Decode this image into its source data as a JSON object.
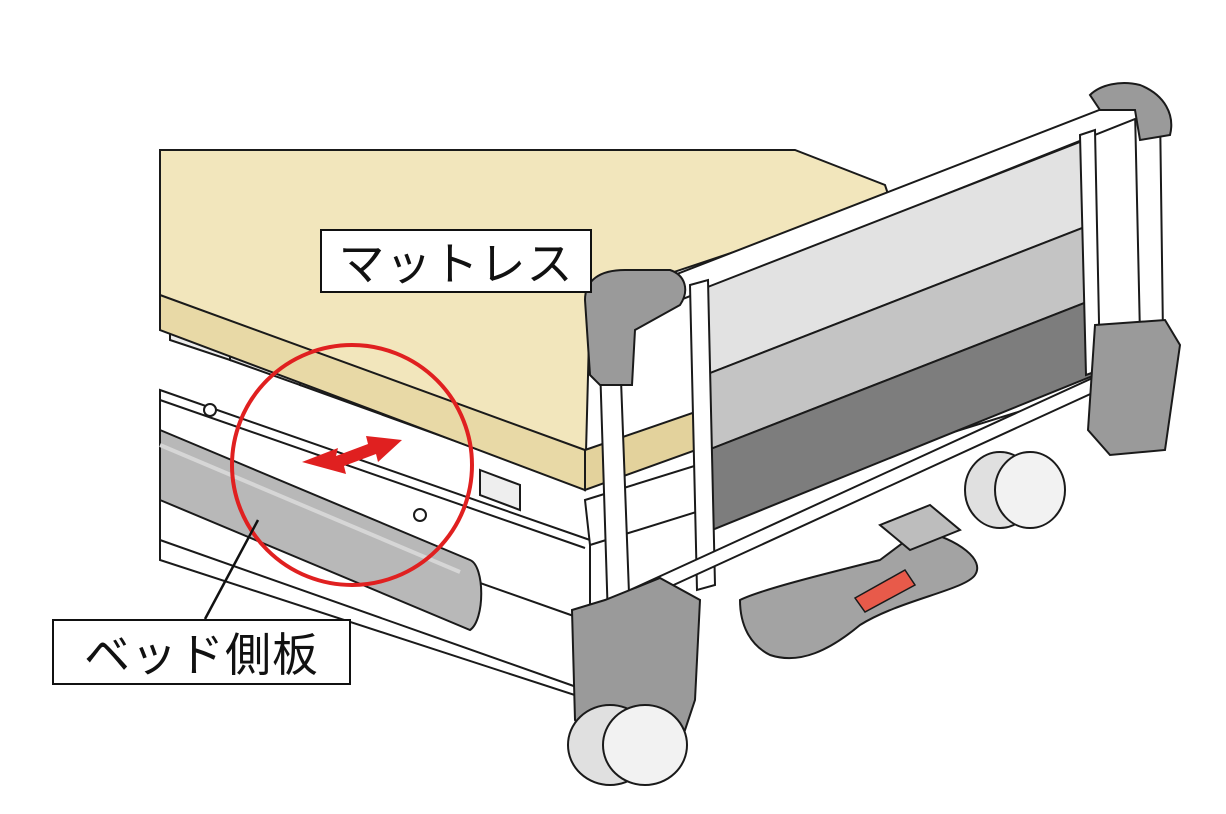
{
  "labels": {
    "mattress": "マットレス",
    "side_panel": "ベッド側板"
  },
  "colors": {
    "mattress": "#f2e6bc",
    "highlight_circle": "#e02020",
    "arrow": "#e02020",
    "foot_pedal_tab": "#e85a4a",
    "frame_caps": "#9a9a9a",
    "outline": "#1a1a1a",
    "board_light": "#e2e2e2",
    "board_mid": "#c4c4c4",
    "board_dark": "#7d7d7d"
  },
  "icons": {
    "direction_arrow": "double-headed-arrow",
    "highlight": "circle-outline"
  }
}
